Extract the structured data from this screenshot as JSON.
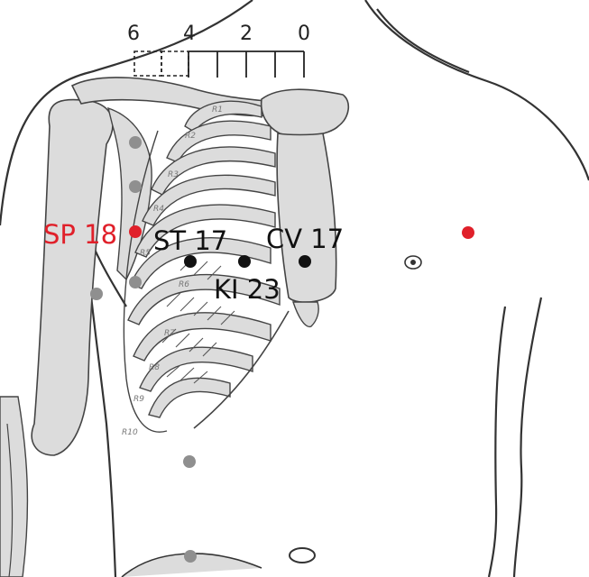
{
  "figure": {
    "scale_labels": [
      "6",
      "4",
      "2",
      "0"
    ],
    "rib_labels": [
      "R1",
      "R2",
      "R3",
      "R4",
      "R5",
      "R6",
      "R7",
      "R8",
      "R9",
      "R10"
    ],
    "points": {
      "sp18": {
        "label": "SP 18"
      },
      "st17": {
        "label": "ST 17"
      },
      "cv17": {
        "label": "CV 17"
      },
      "ki23": {
        "label": "KI 23"
      }
    },
    "colors": {
      "highlight": "#e0202a",
      "primary": "#111111",
      "secondary": "#8f8f8f",
      "bone_fill": "#dcdcdc",
      "outline": "#333333"
    }
  }
}
